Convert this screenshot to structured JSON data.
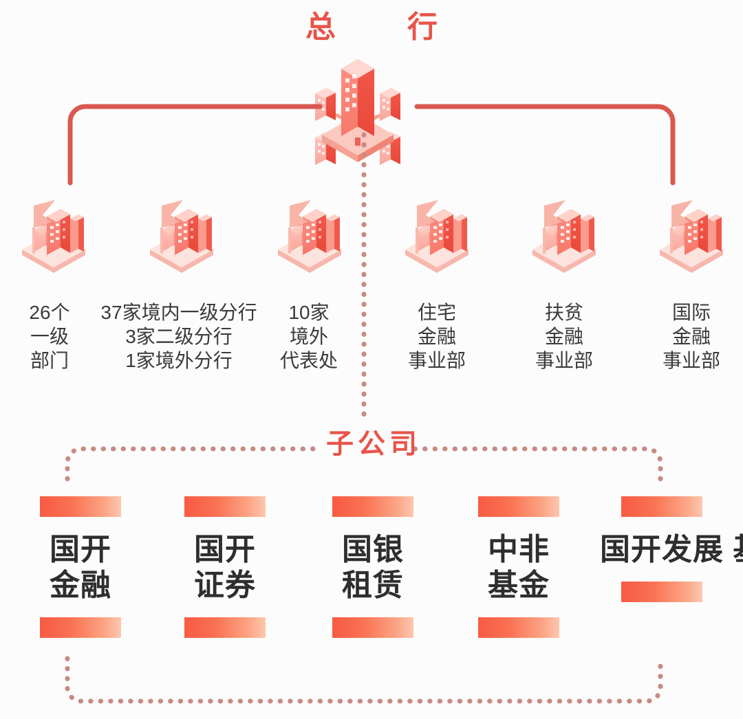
{
  "diagram": {
    "title": "总　行",
    "accent_color": "#e8544a",
    "line_color": "#d9584f",
    "dot_color": "#c98a84",
    "bar_gradient_from": "#f75b43",
    "bar_gradient_to": "#fdc7ae",
    "text_color": "#3a3a3a"
  },
  "head_office": {
    "label": "总　行",
    "icon": "isometric-headquarters-buildings-icon"
  },
  "branches": [
    {
      "id": "departments",
      "icon": "isometric-branch-building-icon",
      "label": "26个\n一级\n部门"
    },
    {
      "id": "domestic-branches",
      "icon": "isometric-branch-building-icon",
      "label": "37家境内一级分行\n3家二级分行\n1家境外分行"
    },
    {
      "id": "overseas-offices",
      "icon": "isometric-branch-building-icon",
      "label": "10家\n境外\n代表处"
    },
    {
      "id": "housing-finance",
      "icon": "isometric-branch-building-icon",
      "label": "住宅\n金融\n事业部"
    },
    {
      "id": "poverty-relief",
      "icon": "isometric-branch-building-icon",
      "label": "扶贫\n金融\n事业部"
    },
    {
      "id": "international",
      "icon": "isometric-branch-building-icon",
      "label": "国际\n金融\n事业部"
    }
  ],
  "subsidiaries_section": {
    "label": "子公司"
  },
  "subsidiaries": [
    {
      "id": "cdb-capital",
      "label": "国开\n金融"
    },
    {
      "id": "cdb-securities",
      "label": "国开\n证券"
    },
    {
      "id": "cdb-leasing",
      "label": "国银\n租赁"
    },
    {
      "id": "china-africa-fund",
      "label": "中非\n基金"
    },
    {
      "id": "cdb-development-fund",
      "label": "国开发展\n基金"
    }
  ]
}
